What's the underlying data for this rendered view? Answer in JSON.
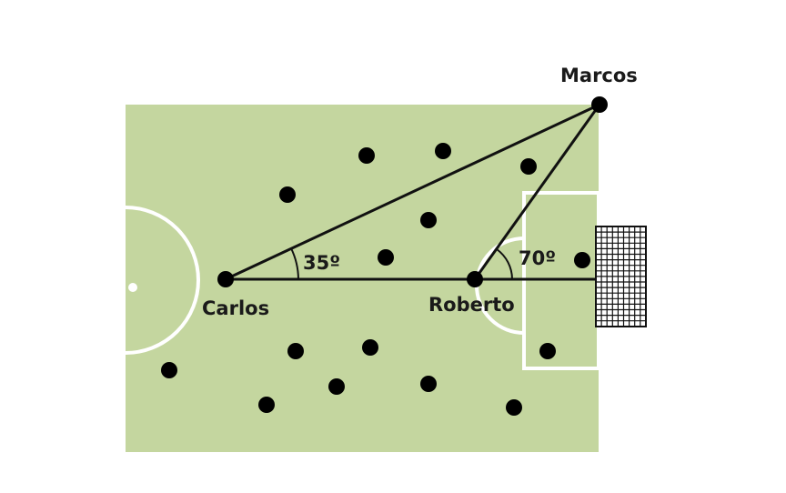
{
  "colors": {
    "pitch": "#c4d69f",
    "lines": "#ffffff",
    "ink": "#111111"
  },
  "players": {
    "marcos": "Marcos",
    "carlos": "Carlos",
    "roberto": "Roberto"
  },
  "angles": {
    "carlos": "35º",
    "roberto": "70º"
  }
}
